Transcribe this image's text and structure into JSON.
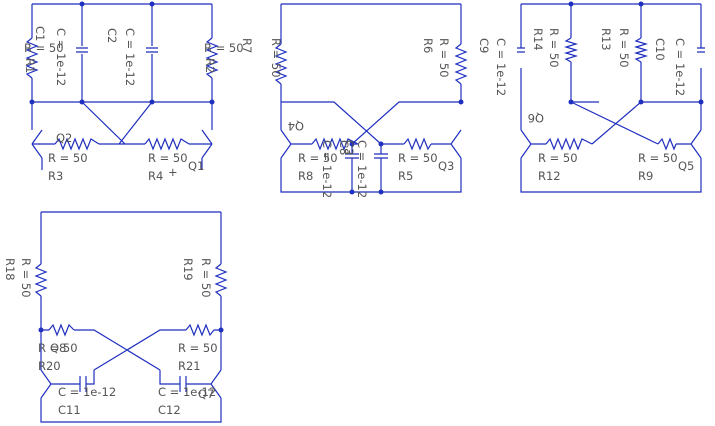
{
  "colors": {
    "wire": "#1f2fbf",
    "label": "#555555",
    "background": "#ffffff"
  },
  "circuits": [
    {
      "resistors": [
        {
          "name": "R1",
          "value": "R = 50"
        },
        {
          "name": "R2",
          "value": "R = 50"
        },
        {
          "name": "R3",
          "value": "R = 50"
        },
        {
          "name": "R4",
          "value": "R = 50"
        }
      ],
      "capacitors": [
        {
          "name": "C1",
          "value": "C = 1e-12"
        },
        {
          "name": "C2",
          "value": "C = 1e-12"
        }
      ],
      "transistors": [
        "Q1",
        "Q2"
      ]
    },
    {
      "resistors": [
        {
          "name": "R5",
          "value": "R = 50"
        },
        {
          "name": "R6",
          "value": "R = 50"
        },
        {
          "name": "R7",
          "value": "R = 50"
        },
        {
          "name": "R8",
          "value": "R = 50"
        }
      ],
      "capacitors": [
        {
          "name": "C3",
          "value": "C = 1e-12"
        },
        {
          "name": "C8",
          "value": "C = 1e-12"
        }
      ],
      "transistors": [
        "Q3",
        "Q4"
      ]
    },
    {
      "resistors": [
        {
          "name": "R9",
          "value": "R = 50"
        },
        {
          "name": "R12",
          "value": "R = 50"
        },
        {
          "name": "R13",
          "value": "R = 50"
        },
        {
          "name": "R14",
          "value": "R = 50"
        }
      ],
      "capacitors": [
        {
          "name": "C9",
          "value": "C = 1e-12"
        },
        {
          "name": "C10",
          "value": "C = 1e-12"
        }
      ],
      "transistors": [
        "Q5",
        "Q6"
      ]
    },
    {
      "resistors": [
        {
          "name": "R18",
          "value": "R = 50"
        },
        {
          "name": "R19",
          "value": "R = 50"
        },
        {
          "name": "R20",
          "value": "R = 50"
        },
        {
          "name": "R21",
          "value": "R = 50"
        }
      ],
      "capacitors": [
        {
          "name": "C11",
          "value": "C = 1e-12"
        },
        {
          "name": "C12",
          "value": "C = 1e-12"
        }
      ],
      "transistors": [
        "Q7",
        "Q8"
      ]
    }
  ],
  "markers": {
    "plus": "+"
  }
}
